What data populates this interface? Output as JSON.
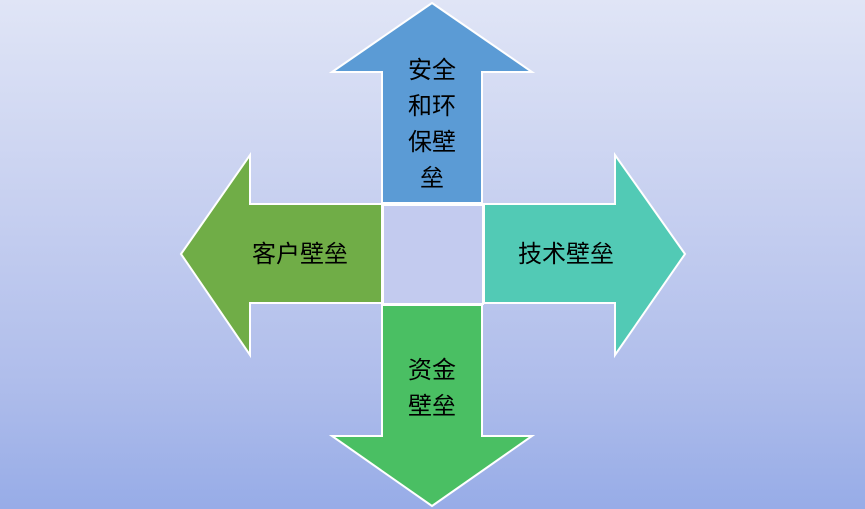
{
  "diagram": {
    "type": "four-direction-arrows",
    "arrows": [
      {
        "direction": "up",
        "label": "安全\n和环\n保壁\n垒",
        "color": "#5b9bd5"
      },
      {
        "direction": "left",
        "label": "客户壁垒",
        "color": "#70ad47"
      },
      {
        "direction": "right",
        "label": "技术壁垒",
        "color": "#52cab5"
      },
      {
        "direction": "down",
        "label": "资金\n壁垒",
        "color": "#4abf63"
      }
    ],
    "center_fill": "#c3cbef",
    "stroke": "#ffffff"
  }
}
